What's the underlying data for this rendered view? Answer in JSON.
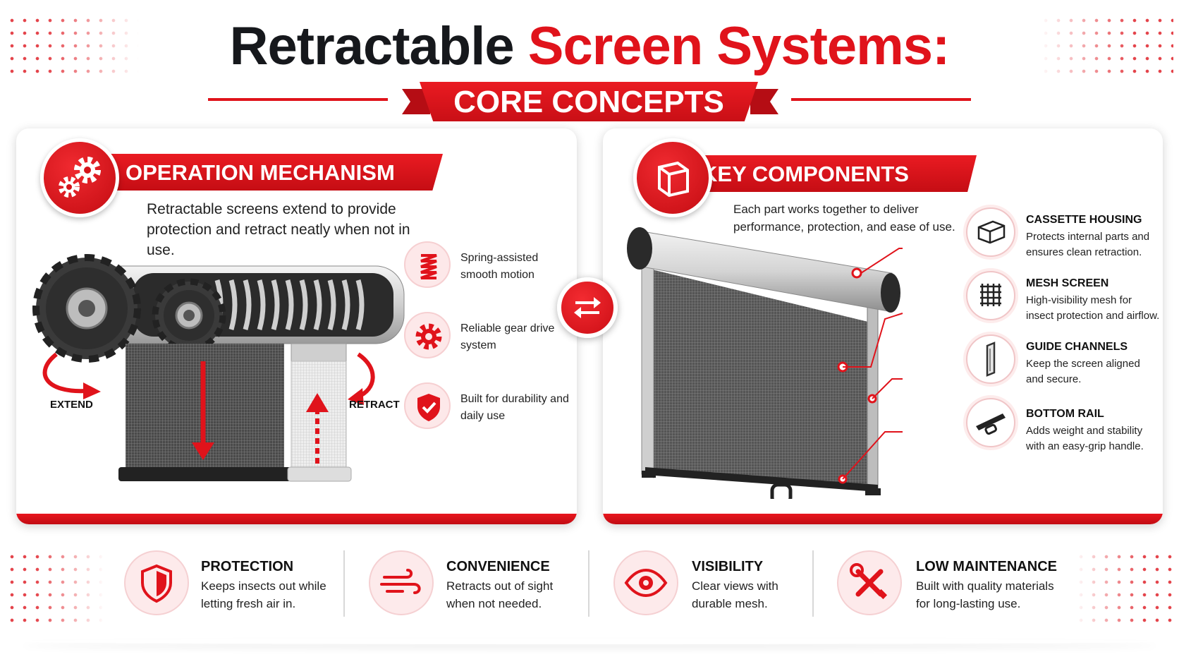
{
  "title": {
    "part1": "Retractable",
    "part2": "Screen Systems:"
  },
  "subtitle": "CORE CONCEPTS",
  "colors": {
    "accent": "#e0131b",
    "dark": "#16181c",
    "soft": "#fde8e9"
  },
  "operation": {
    "heading": "OPERATION MECHANISM",
    "description": "Retractable screens extend to provide protection and retract neatly when not in use.",
    "extend_label": "EXTEND",
    "retract_label": "RETRACT",
    "features": [
      {
        "icon": "spring-icon",
        "text": "Spring-assisted smooth motion"
      },
      {
        "icon": "gear-icon",
        "text": "Reliable gear drive system"
      },
      {
        "icon": "shield-check-icon",
        "text": "Built for durability and daily use"
      }
    ]
  },
  "components": {
    "heading": "KEY COMPONENTS",
    "description": "Each part works together to deliver performance, protection, and ease of use.",
    "items": [
      {
        "icon": "cassette-box-icon",
        "title": "CASSETTE HOUSING",
        "text": "Protects internal parts and ensures clean retraction."
      },
      {
        "icon": "mesh-grid-icon",
        "title": "MESH SCREEN",
        "text": "High-visibility mesh for insect protection and airflow."
      },
      {
        "icon": "guide-channel-icon",
        "title": "GUIDE CHANNELS",
        "text": "Keep the screen aligned and secure."
      },
      {
        "icon": "bottom-rail-icon",
        "title": "BOTTOM RAIL",
        "text": "Adds weight and stability with an easy-grip handle."
      }
    ]
  },
  "benefits": [
    {
      "icon": "shield-icon",
      "title": "PROTECTION",
      "text": "Keeps insects out while letting fresh air in."
    },
    {
      "icon": "wind-icon",
      "title": "CONVENIENCE",
      "text": "Retracts out of sight when not needed."
    },
    {
      "icon": "eye-icon",
      "title": "VISIBILITY",
      "text": "Clear views with durable mesh."
    },
    {
      "icon": "tools-icon",
      "title": "LOW MAINTENANCE",
      "text": "Built with quality materials for long-lasting use."
    }
  ]
}
